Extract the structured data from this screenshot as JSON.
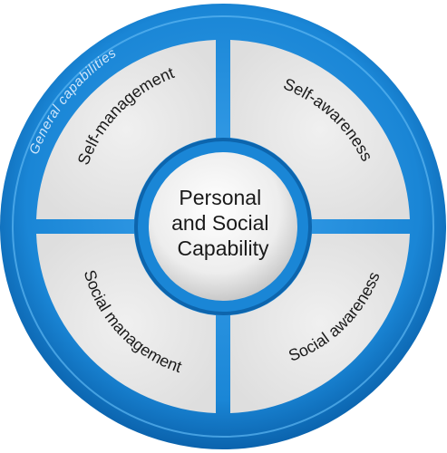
{
  "diagram": {
    "ring_label": "General capabilities",
    "center_lines": [
      "Personal",
      "and Social",
      "Capability"
    ],
    "quadrants": [
      {
        "id": "top-left",
        "label": "Self-management"
      },
      {
        "id": "top-right",
        "label": "Self-awareness"
      },
      {
        "id": "bottom-right",
        "label": "Social awareness"
      },
      {
        "id": "bottom-left",
        "label": "Social management"
      }
    ],
    "colors": {
      "outer_blue": "#1a86d6",
      "ring_dark": "#0d65ad",
      "quadrant_fill": "#e6e6e6",
      "center_fill": "#f1f1f1",
      "text": "#1a1a1a"
    }
  }
}
